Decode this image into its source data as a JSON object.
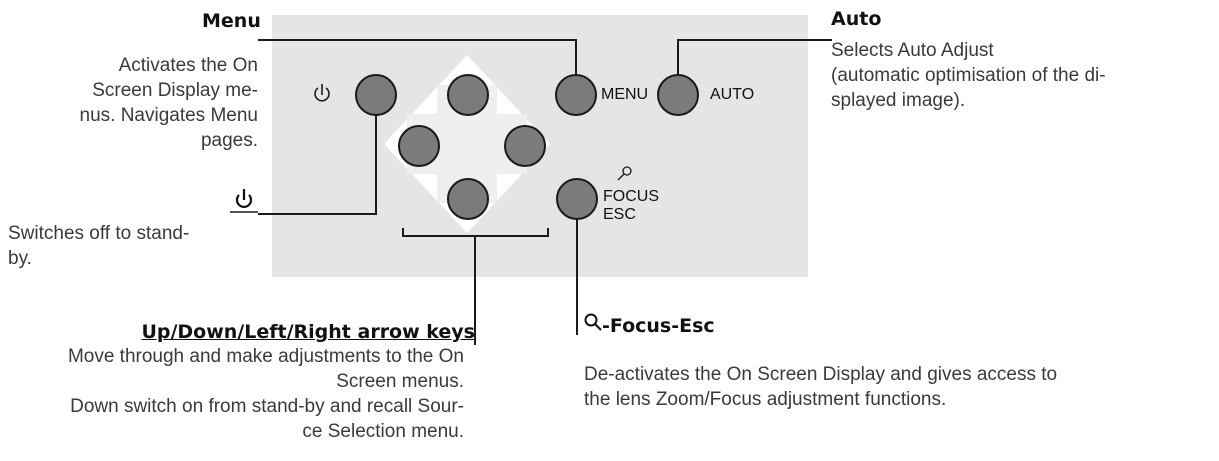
{
  "callouts": {
    "menu": {
      "title": "Menu",
      "description": "Activates the On\nScreen Display me-\nnus. Navigates Menu\npages."
    },
    "power": {
      "title_symbol": "⏻",
      "description": "Switches off to stand-\nby."
    },
    "auto": {
      "title": "Auto",
      "description": "Selects Auto Adjust\n(automatic optimisation of the di-\nsplayed image)."
    },
    "arrow_keys": {
      "title": "Up/Down/Left/Right arrow keys",
      "description": "Move through and make  adjustments to the On\nScreen menus.\nDown switch on from stand-by and recall Sour-\nce Selection menu."
    },
    "focus_esc": {
      "title_text": "-Focus-Esc",
      "title_icon": "magnifier-icon",
      "description": "De-activates the On Screen Display  and gives access to\nthe lens Zoom/Focus adjustment functions."
    }
  },
  "panel": {
    "menu_label": "MENU",
    "auto_label": "AUTO",
    "focus_label": "FOCUS",
    "esc_label": "ESC",
    "power_symbol_icon": "power-icon",
    "focus_symbol_icon": "magnifier-icon"
  },
  "colors": {
    "panel_background": "#e5e5e5",
    "button_fill": "#7b7b7b",
    "button_outline": "#1a1a1a",
    "diamond_fill": "#ffffff",
    "line_color": "#1a1a1a"
  }
}
